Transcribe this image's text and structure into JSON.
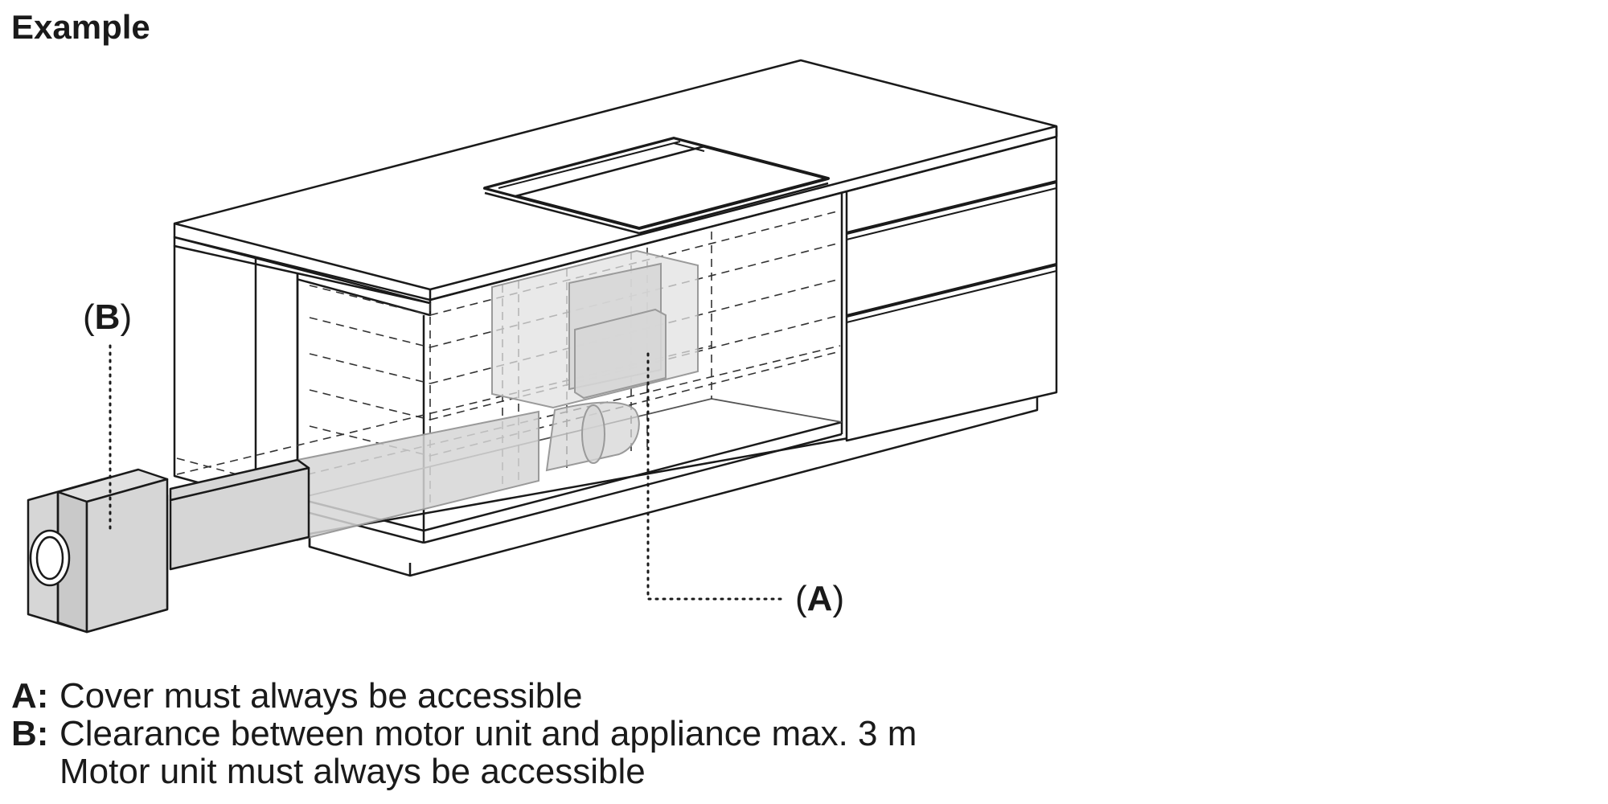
{
  "heading": "Example",
  "callouts": {
    "a": {
      "letter": "A"
    },
    "b": {
      "letter": "B"
    }
  },
  "legend": [
    {
      "key": "A:",
      "text": "Cover must always be accessible"
    },
    {
      "key": "B:",
      "text": "Clearance between motor unit and appliance max. 3 m"
    },
    {
      "key": "",
      "text": "Motor unit must always be accessible"
    }
  ],
  "colors": {
    "line": "#1a1a1a",
    "ghost": "#9a9a9a",
    "fill_grey": "#d6d6d6",
    "panel_grey": "#e2e2e2"
  }
}
